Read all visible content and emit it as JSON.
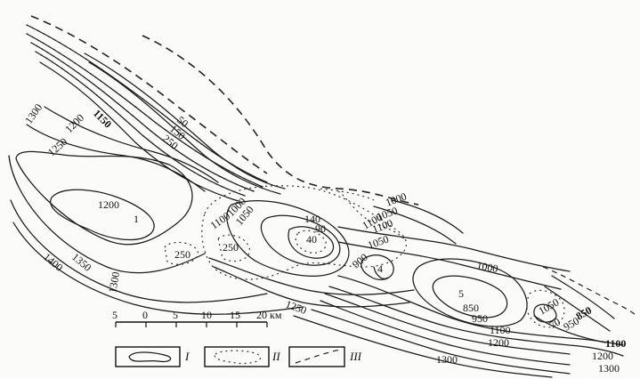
{
  "isoline_labels": {
    "top": [
      "50",
      "150",
      "250",
      "1150"
    ],
    "west": [
      "1300",
      "1200",
      "1250",
      "1200",
      "1",
      "1400",
      "1350",
      "1300",
      "250",
      "1250"
    ],
    "center": [
      "1000",
      "1050",
      "1100",
      "250",
      "140",
      "90",
      "40",
      "1100"
    ],
    "east": [
      "1000",
      "1050",
      "1100",
      "1050",
      "900",
      "4",
      "1000",
      "5",
      "850",
      "950",
      "1050",
      "70",
      "850",
      "950",
      "1100",
      "1200",
      "1300",
      "1100",
      "1200",
      "1300"
    ]
  },
  "scale_bar": {
    "ticks": [
      "5",
      "0",
      "5",
      "10",
      "15",
      "20 км"
    ]
  },
  "legend": {
    "items": [
      {
        "symbol": "closed isoline",
        "label": "I"
      },
      {
        "symbol": "dotted closed contour",
        "label": "II"
      },
      {
        "symbol": "dashed line",
        "label": "III"
      }
    ]
  }
}
